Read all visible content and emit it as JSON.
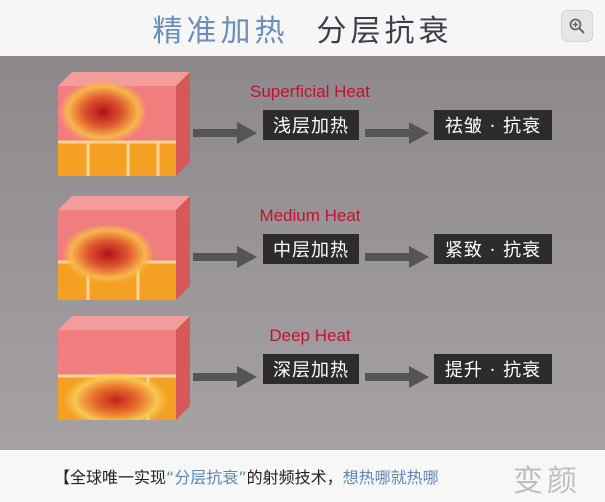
{
  "title": {
    "left": "精准加热",
    "right": "分层抗衰"
  },
  "rows": [
    {
      "heat_label": "Superficial  Heat",
      "box_a": "浅层加热",
      "box_b": "祛皱 · 抗衰",
      "heat_depth": "top"
    },
    {
      "heat_label": "Medium Heat",
      "box_a": "中层加热",
      "box_b": "紧致 · 抗衰",
      "heat_depth": "middle"
    },
    {
      "heat_label": "Deep  Heat",
      "box_a": "深层加热",
      "box_b": "提升 · 抗衰",
      "heat_depth": "bottom"
    }
  ],
  "footer": {
    "open_bracket": "【",
    "part1": "全球唯一实现",
    "quote": "“分层抗衰”",
    "part2": "的射频技术，",
    "part3": "想热哪就热哪"
  },
  "watermark": "变颜",
  "colors": {
    "title_blue": "#6a8fb8",
    "label_red": "#c8102e",
    "panel_gray": "#9a9598",
    "skin_pink": "#f08a8a",
    "fat_orange": "#f3a023"
  },
  "icons": {
    "zoom": "zoom-icon",
    "arrow": "right-arrow-icon"
  }
}
